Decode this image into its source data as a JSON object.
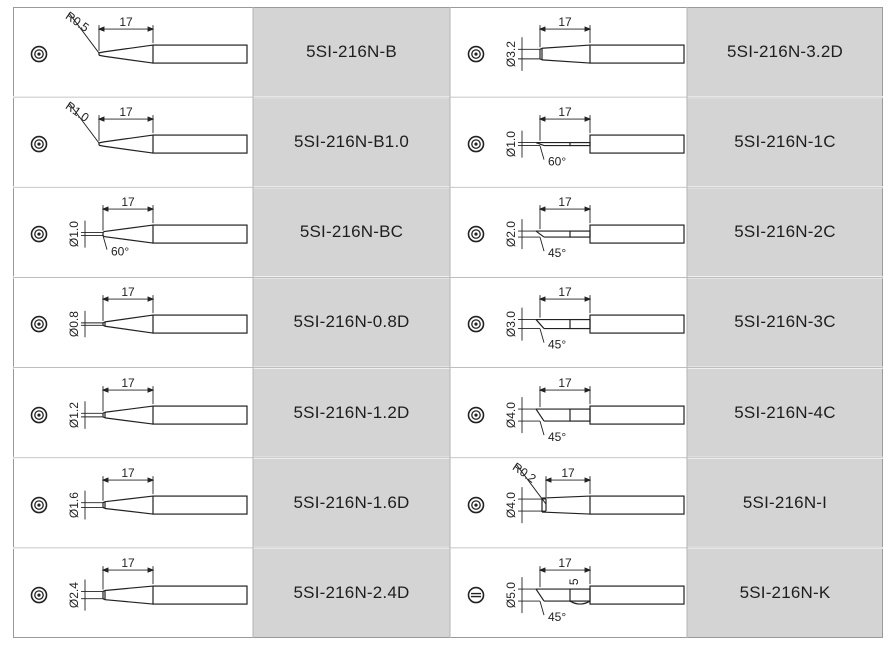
{
  "tips": [
    {
      "code": "5SI-216N-B",
      "shape": "b",
      "dim_label": "R0.5",
      "length_label": "17",
      "angle_label": "",
      "notch_label": ""
    },
    {
      "code": "5SI-216N-3.2D",
      "shape": "d",
      "dim_label": "Ø3.2",
      "length_label": "17",
      "angle_label": "",
      "notch_label": ""
    },
    {
      "code": "5SI-216N-B1.0",
      "shape": "b",
      "dim_label": "R1.0",
      "length_label": "17",
      "angle_label": "",
      "notch_label": ""
    },
    {
      "code": "5SI-216N-1C",
      "shape": "c",
      "dim_label": "Ø1.0",
      "length_label": "17",
      "angle_label": "60°",
      "notch_label": ""
    },
    {
      "code": "5SI-216N-BC",
      "shape": "bc",
      "dim_label": "Ø1.0",
      "length_label": "17",
      "angle_label": "60°",
      "notch_label": ""
    },
    {
      "code": "5SI-216N-2C",
      "shape": "c",
      "dim_label": "Ø2.0",
      "length_label": "17",
      "angle_label": "45°",
      "notch_label": ""
    },
    {
      "code": "5SI-216N-0.8D",
      "shape": "d",
      "dim_label": "Ø0.8",
      "length_label": "17",
      "angle_label": "",
      "notch_label": ""
    },
    {
      "code": "5SI-216N-3C",
      "shape": "c",
      "dim_label": "Ø3.0",
      "length_label": "17",
      "angle_label": "45°",
      "notch_label": ""
    },
    {
      "code": "5SI-216N-1.2D",
      "shape": "d",
      "dim_label": "Ø1.2",
      "length_label": "17",
      "angle_label": "",
      "notch_label": ""
    },
    {
      "code": "5SI-216N-4C",
      "shape": "c",
      "dim_label": "Ø4.0",
      "length_label": "17",
      "angle_label": "45°",
      "notch_label": ""
    },
    {
      "code": "5SI-216N-1.6D",
      "shape": "d",
      "dim_label": "Ø1.6",
      "length_label": "17",
      "angle_label": "",
      "notch_label": ""
    },
    {
      "code": "5SI-216N-I",
      "shape": "i",
      "dim_label": "Ø4.0",
      "length_label": "17",
      "angle_label": "",
      "notch_label": "R0.2"
    },
    {
      "code": "5SI-216N-2.4D",
      "shape": "d",
      "dim_label": "Ø2.4",
      "length_label": "17",
      "angle_label": "",
      "notch_label": ""
    },
    {
      "code": "5SI-216N-K",
      "shape": "k",
      "dim_label": "Ø5.0",
      "length_label": "17",
      "angle_label": "45°",
      "notch_label": "5"
    }
  ]
}
